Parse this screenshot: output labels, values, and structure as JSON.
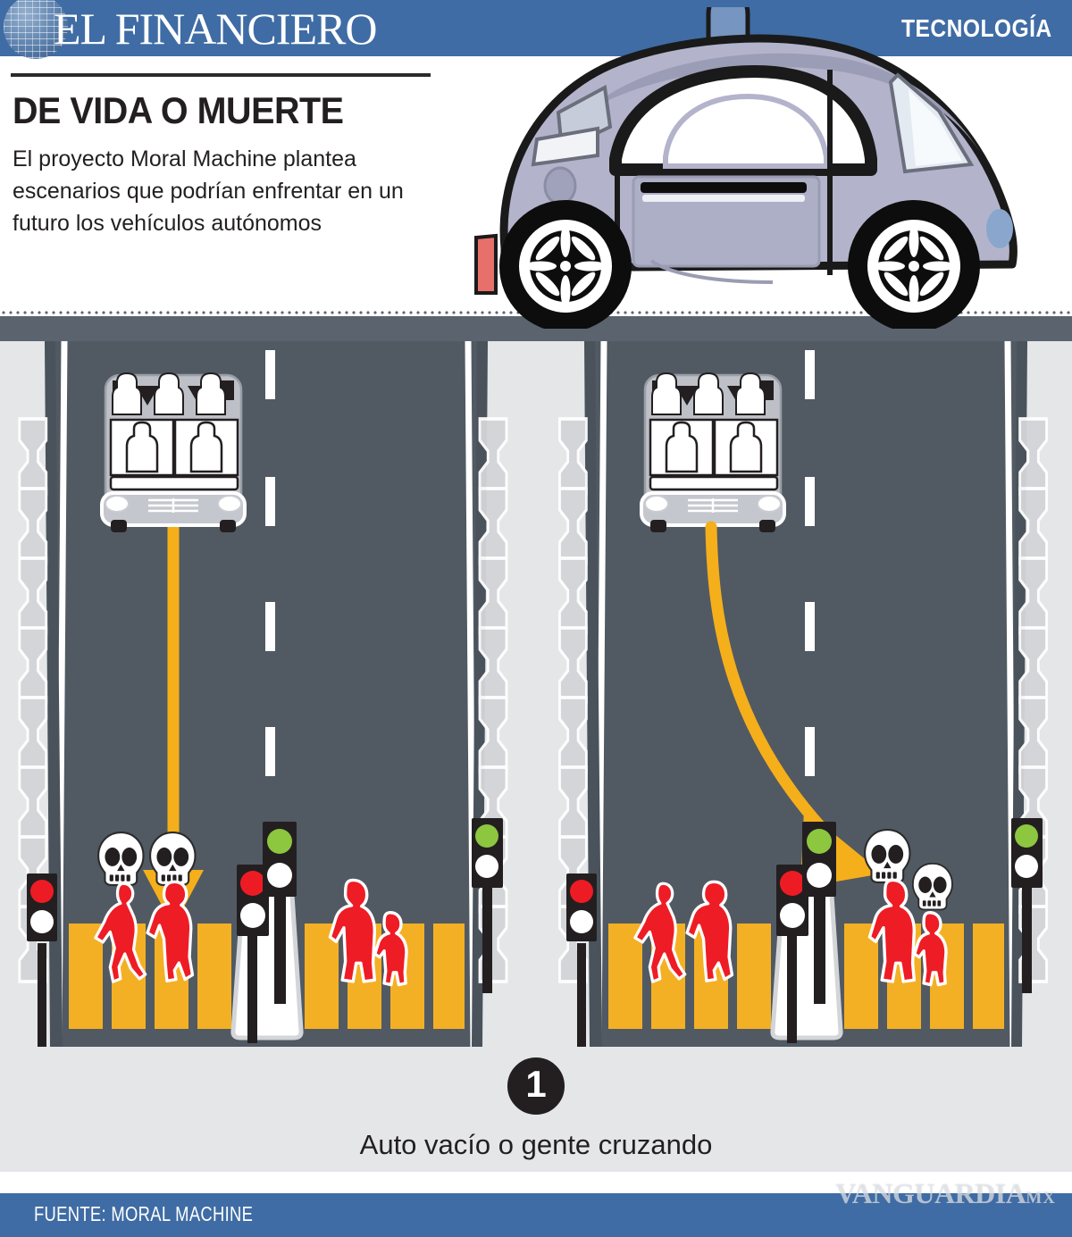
{
  "brand": {
    "masthead": "EL FINANCIERO",
    "section": "TECNOLOGÍA",
    "logo_icon": "globe-icon",
    "header_color": "#3F6CA4"
  },
  "headline": {
    "title": "DE VIDA O MUERTE",
    "subtitle": "El proyecto Moral Machine plantea escenarios que podrían enfrentar en un futuro los vehículos autónomos"
  },
  "hero": {
    "icon": "self-driving-car-icon",
    "description": "Auto autónomo gris lavanda con sensor LIDAR en el techo"
  },
  "scene": {
    "badge_number": "1",
    "caption": "Auto vacío o gente cruzando",
    "panels": [
      {
        "id": "escenario-izquierdo",
        "vehicle": "auto-vacio-vista-superior",
        "trajectory": "recta",
        "trajectory_arrow": "arrow-straight-down-icon",
        "victims": "peatones-izquierda",
        "skull_count": 2,
        "skull_icon": "skull-icon",
        "traffic_light_left": "rojo",
        "traffic_light_center_left": "rojo",
        "traffic_light_center_right": "verde",
        "traffic_light_right": "verde",
        "pedestrian_groups": [
          {
            "label": "hombre-caminando",
            "count": 1
          },
          {
            "label": "mujer-caminando",
            "count": 1
          },
          {
            "label": "madre-e-hija",
            "count": 2
          }
        ],
        "crosswalk_stripes": 9
      },
      {
        "id": "escenario-derecho",
        "vehicle": "auto-vacio-vista-superior",
        "trajectory": "desvio-a-la-derecha",
        "trajectory_arrow": "arrow-curved-right-icon",
        "victims": "madre-e-hija",
        "skull_count": 2,
        "skull_icon": "skull-icon",
        "traffic_light_left": "rojo",
        "traffic_light_center_left": "rojo",
        "traffic_light_center_right": "verde",
        "traffic_light_right": "verde",
        "pedestrian_groups": [
          {
            "label": "hombre-caminando",
            "count": 1
          },
          {
            "label": "mujer-caminando",
            "count": 1
          },
          {
            "label": "madre-e-hija",
            "count": 2
          }
        ],
        "crosswalk_stripes": 9
      }
    ]
  },
  "footer": {
    "source": "FUENTE: MORAL MACHINE",
    "watermark": "VANGUARDIA",
    "watermark_suffix": "MX"
  },
  "colors": {
    "brand_blue": "#3F6CA4",
    "road": "#515A63",
    "sidewalk": "#E4E6E8",
    "crosswalk_yellow": "#F4B024",
    "pedestrian_red": "#EE1C25",
    "arrow_orange": "#F5AF1B",
    "signal_green": "#8DC63F",
    "signal_red": "#ED1C24",
    "ink": "#231f20"
  }
}
